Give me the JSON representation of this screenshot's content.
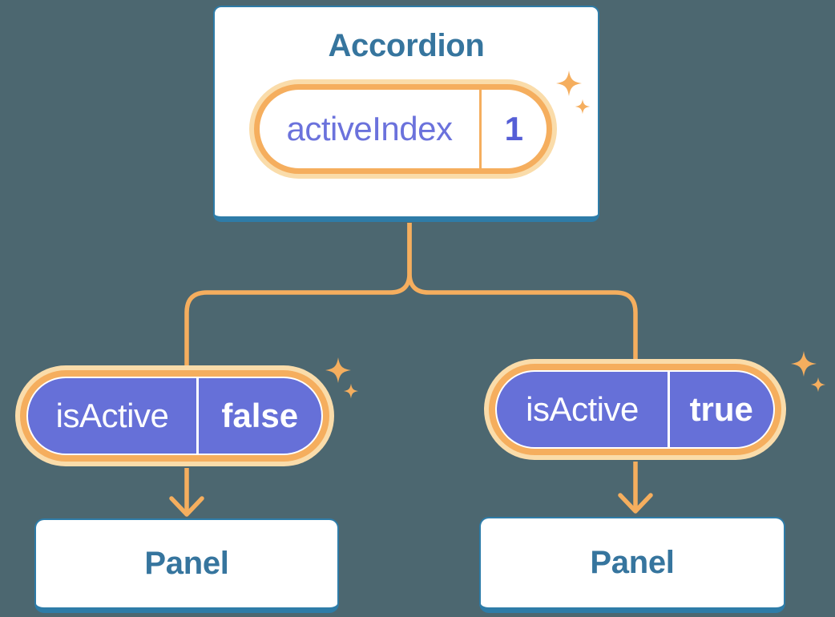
{
  "colors": {
    "background": "#4C6770",
    "orange": "#F5AE5E",
    "peach": "#FADCAA",
    "purple": "#6670D8",
    "card_border": "#2E7CA8",
    "heading_text": "#36759E",
    "pill_name_purple": "#6B72DC",
    "pill_value_purple": "#555ED6",
    "white": "#FFFFFF"
  },
  "icons": {
    "sparkle": "✦ four-pointed star, orange"
  },
  "accordion": {
    "title": "Accordion",
    "state": {
      "name": "activeIndex",
      "value": "1"
    }
  },
  "children": [
    {
      "prop": {
        "name": "isActive",
        "value": "false"
      },
      "panel_title": "Panel"
    },
    {
      "prop": {
        "name": "isActive",
        "value": "true"
      },
      "panel_title": "Panel"
    }
  ]
}
